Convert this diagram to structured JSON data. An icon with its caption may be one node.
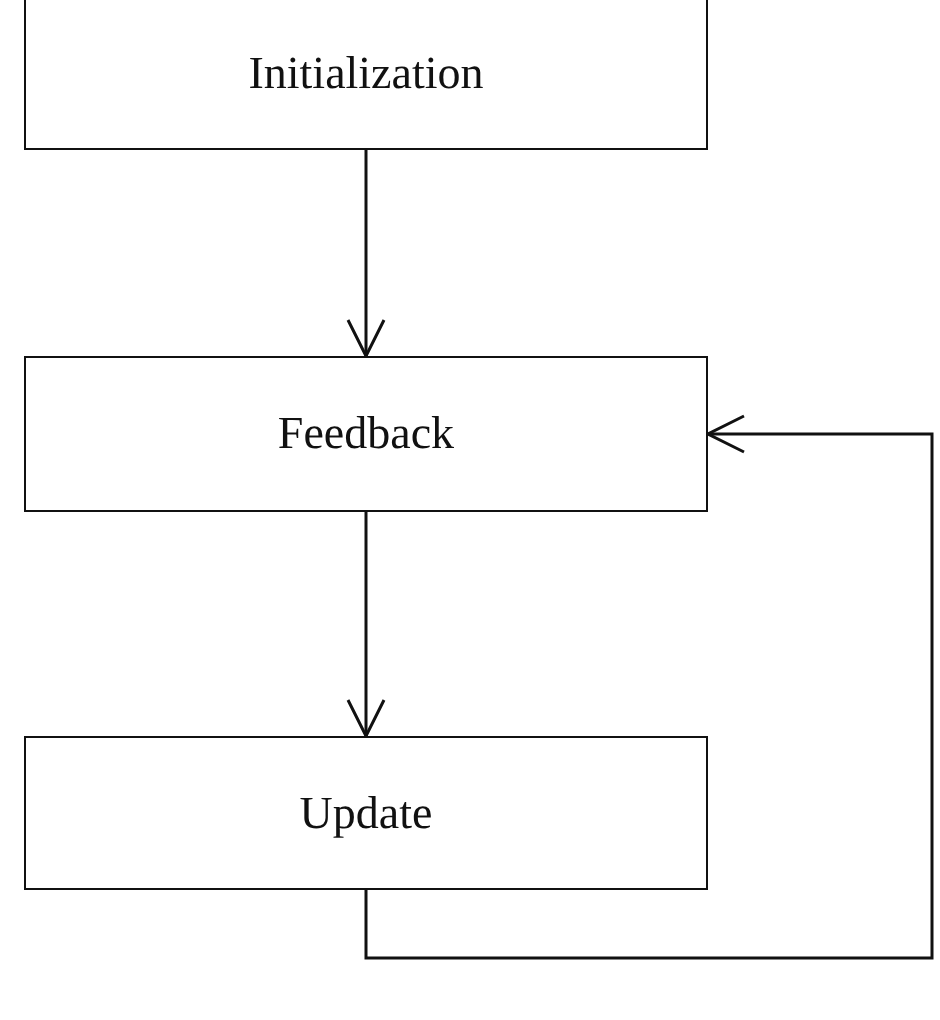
{
  "diagram": {
    "nodes": [
      {
        "text": [
          "Initialization"
        ]
      },
      {
        "text": [
          "Feedback"
        ]
      },
      {
        "text": [
          "Update"
        ]
      }
    ],
    "edges": [
      {
        "from": 0,
        "to": 1,
        "arrow": "to"
      },
      {
        "from": 1,
        "to": 2,
        "arrow": "to"
      },
      {
        "from": 2,
        "to": 1,
        "arrow": "to"
      }
    ]
  }
}
